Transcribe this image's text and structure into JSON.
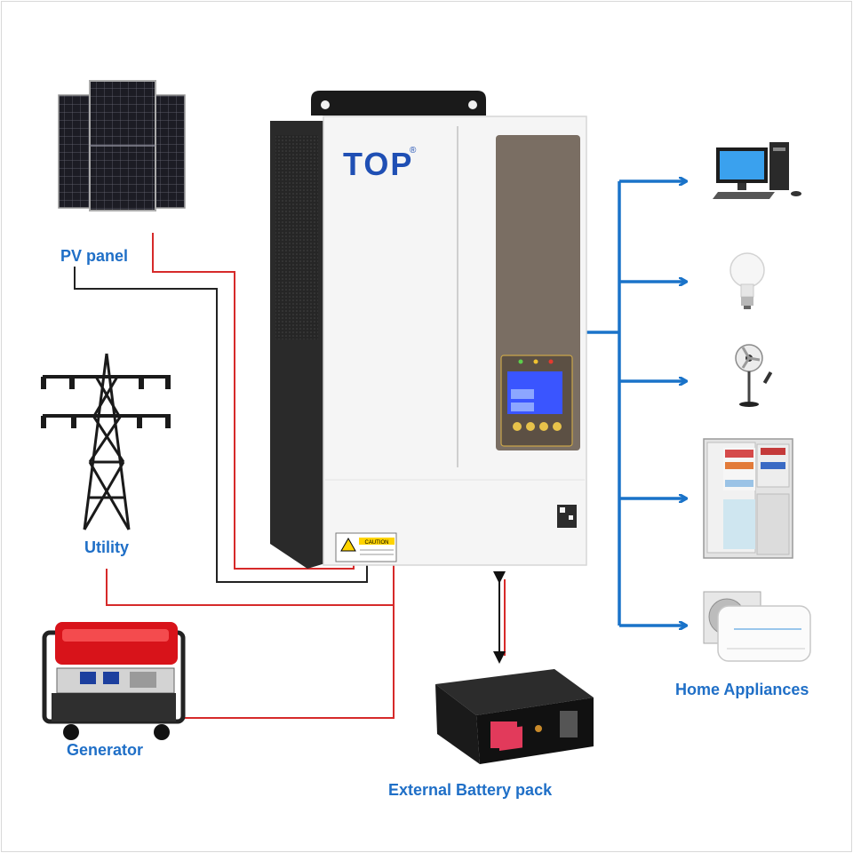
{
  "labels": {
    "pv_panel": "PV panel",
    "utility": "Utility",
    "generator": "Generator",
    "battery": "External Battery pack",
    "appliances": "Home Appliances"
  },
  "inverter": {
    "brand": "TOP",
    "registered_mark": "®",
    "caution": "CAUTION"
  },
  "colors": {
    "label_blue": "#1f6fc7",
    "arrow_blue": "#1a73c9",
    "wire_red": "#d62a2a",
    "wire_black": "#222222",
    "inverter_body": "#f4f4f4",
    "inverter_side": "#2a2a2a",
    "lcd_blue": "#3a55ff"
  },
  "icons": {
    "pv": "solar-panel-icon",
    "utility": "power-tower-icon",
    "generator": "generator-icon",
    "battery": "battery-pack-icon",
    "appliances": [
      "computer-icon",
      "light-bulb-icon",
      "fan-icon",
      "refrigerator-icon",
      "air-conditioner-icon"
    ]
  }
}
